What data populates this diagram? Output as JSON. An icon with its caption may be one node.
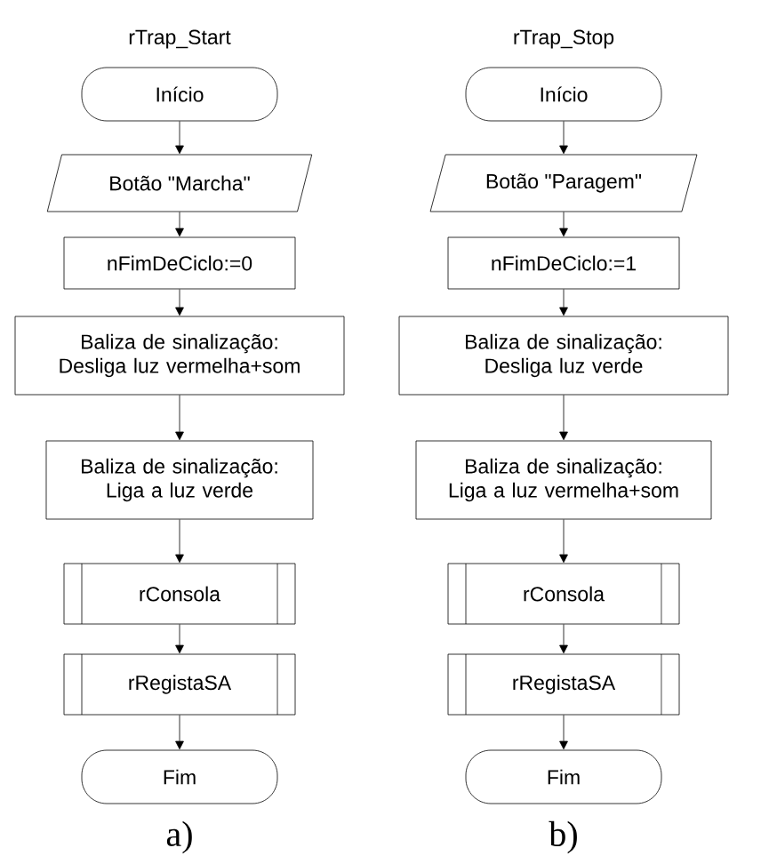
{
  "diagram": {
    "nodes": [
      {
        "text": [
          "Início"
        ]
      },
      {
        "text": [
          "Botão \"Marcha\""
        ]
      },
      {
        "text": [
          "nFimDeCiclo:=0"
        ]
      },
      {
        "text": [
          "Baliza de sinalização: Desliga luz vermelha+som"
        ]
      },
      {
        "text": [
          "Baliza de sinalização: Liga a luz verde"
        ]
      },
      {
        "text": [
          "rConsola"
        ]
      },
      {
        "text": [
          "rRegistaSA"
        ]
      },
      {
        "text": [
          "Fim"
        ]
      },
      {
        "text": [
          "Início"
        ]
      },
      {
        "text": [
          "Botão \"Paragem\""
        ]
      },
      {
        "text": [
          "nFimDeCiclo:=1"
        ]
      },
      {
        "text": [
          "Baliza de sinalização: Desliga luz verde"
        ]
      },
      {
        "text": [
          "Baliza de sinalização: Liga a luz vermelha+som"
        ]
      },
      {
        "text": [
          "rConsola"
        ]
      },
      {
        "text": [
          "rRegistaSA"
        ]
      },
      {
        "text": [
          "Fim"
        ]
      }
    ],
    "edges": [
      {
        "from": 0,
        "to": 1,
        "arrow": "to"
      },
      {
        "from": 1,
        "to": 2,
        "arrow": "to"
      },
      {
        "from": 2,
        "to": 3,
        "arrow": "to"
      },
      {
        "from": 3,
        "to": 4,
        "arrow": "to"
      },
      {
        "from": 4,
        "to": 5,
        "arrow": "to"
      },
      {
        "from": 5,
        "to": 6,
        "arrow": "to"
      },
      {
        "from": 6,
        "to": 7,
        "arrow": "to"
      },
      {
        "from": 8,
        "to": 9,
        "arrow": "to"
      },
      {
        "from": 9,
        "to": 10,
        "arrow": "to"
      },
      {
        "from": 10,
        "to": 11,
        "arrow": "to"
      },
      {
        "from": 11,
        "to": 12,
        "arrow": "to"
      },
      {
        "from": 12,
        "to": 13,
        "arrow": "to"
      },
      {
        "from": 13,
        "to": 14,
        "arrow": "to"
      },
      {
        "from": 14,
        "to": 15,
        "arrow": "to"
      }
    ],
    "labels": [
      "rTrap_Start",
      "rTrap_Stop",
      "a)",
      "b)"
    ]
  }
}
